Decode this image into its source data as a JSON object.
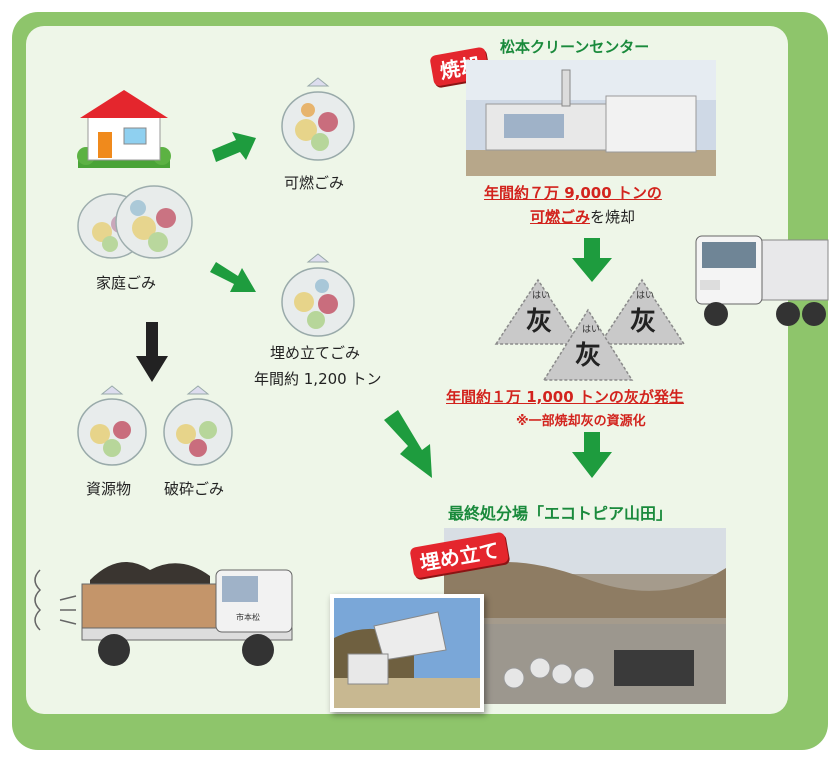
{
  "household": {
    "label": "家庭ごみ"
  },
  "burnable": {
    "label": "可燃ごみ"
  },
  "landfill_waste": {
    "label": "埋め立てごみ",
    "amount": "年間約 1,200 トン"
  },
  "recyclables": {
    "label": "資源物"
  },
  "crushed": {
    "label": "破砕ごみ"
  },
  "incineration": {
    "tag": "焼却",
    "facility": "松本クリーンセンター",
    "amount_line1": "年間約７万 9,000 トンの",
    "amount_line2_red": "可燃ごみ",
    "amount_line2_rest": "を焼却"
  },
  "ash": {
    "char": "灰",
    "reading": "はい",
    "amount": "年間約１万 1,000 トンの灰が発生",
    "note": "※一部焼却灰の資源化"
  },
  "landfill_site": {
    "name": "最終処分場「エコトピア山田」",
    "tag": "埋め立て"
  },
  "truck_door_text": "市本松",
  "colors": {
    "green_arrow": "#1e9c3e",
    "black_arrow": "#222222",
    "red": "#d2231d",
    "green_text": "#1a8a3c",
    "frame": "#8ec56b"
  }
}
